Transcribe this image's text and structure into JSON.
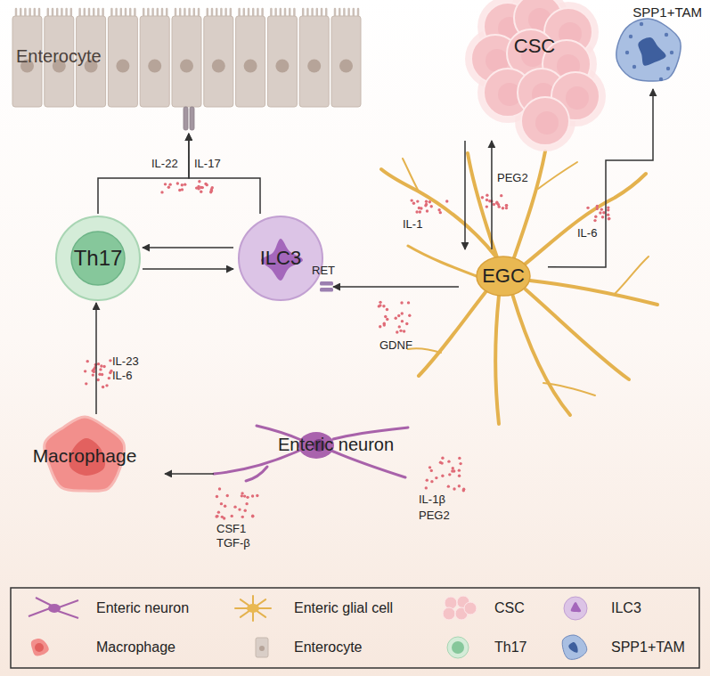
{
  "diagram": {
    "nodes": [
      {
        "text": [
          "Enterocyte"
        ]
      },
      {
        "text": [
          "CSC"
        ]
      },
      {
        "text": [
          "SPP1+TAM"
        ]
      },
      {
        "text": [
          "Th17"
        ]
      },
      {
        "text": [
          "ILC3"
        ]
      },
      {
        "text": [
          "EGC"
        ]
      },
      {
        "text": [
          "Enteric neuron"
        ]
      },
      {
        "text": [
          "Macrophage"
        ]
      }
    ],
    "edges": [
      {
        "from": 3,
        "to": 0,
        "arrow": "to"
      },
      {
        "from": 4,
        "to": 0,
        "arrow": "to"
      },
      {
        "from": 4,
        "to": 3,
        "arrow": "to"
      },
      {
        "from": 3,
        "to": 4,
        "arrow": "to"
      },
      {
        "from": 5,
        "to": 4,
        "label": "GDNF",
        "arrow": "to"
      },
      {
        "from": 1,
        "to": 5,
        "label": "IL-1",
        "arrow": "to"
      },
      {
        "from": 5,
        "to": 1,
        "label": "PEG2",
        "arrow": "to"
      },
      {
        "from": 5,
        "to": 2,
        "label": "IL-6",
        "arrow": "to"
      },
      {
        "from": 6,
        "to": 7,
        "label": "CSF1 TGF-β",
        "arrow": "to"
      },
      {
        "from": 7,
        "to": 3,
        "label": "IL-23 IL-6",
        "arrow": "to"
      }
    ],
    "labels": [
      "IL-22",
      "IL-17",
      "RET",
      "IL-1β",
      "PEG2"
    ],
    "legend": [
      {
        "text": "Enteric neuron"
      },
      {
        "text": "Enteric glial cell"
      },
      {
        "text": "CSC"
      },
      {
        "text": "ILC3"
      },
      {
        "text": "Macrophage"
      },
      {
        "text": "Enterocyte"
      },
      {
        "text": "Th17"
      },
      {
        "text": "SPP1+TAM"
      }
    ]
  }
}
